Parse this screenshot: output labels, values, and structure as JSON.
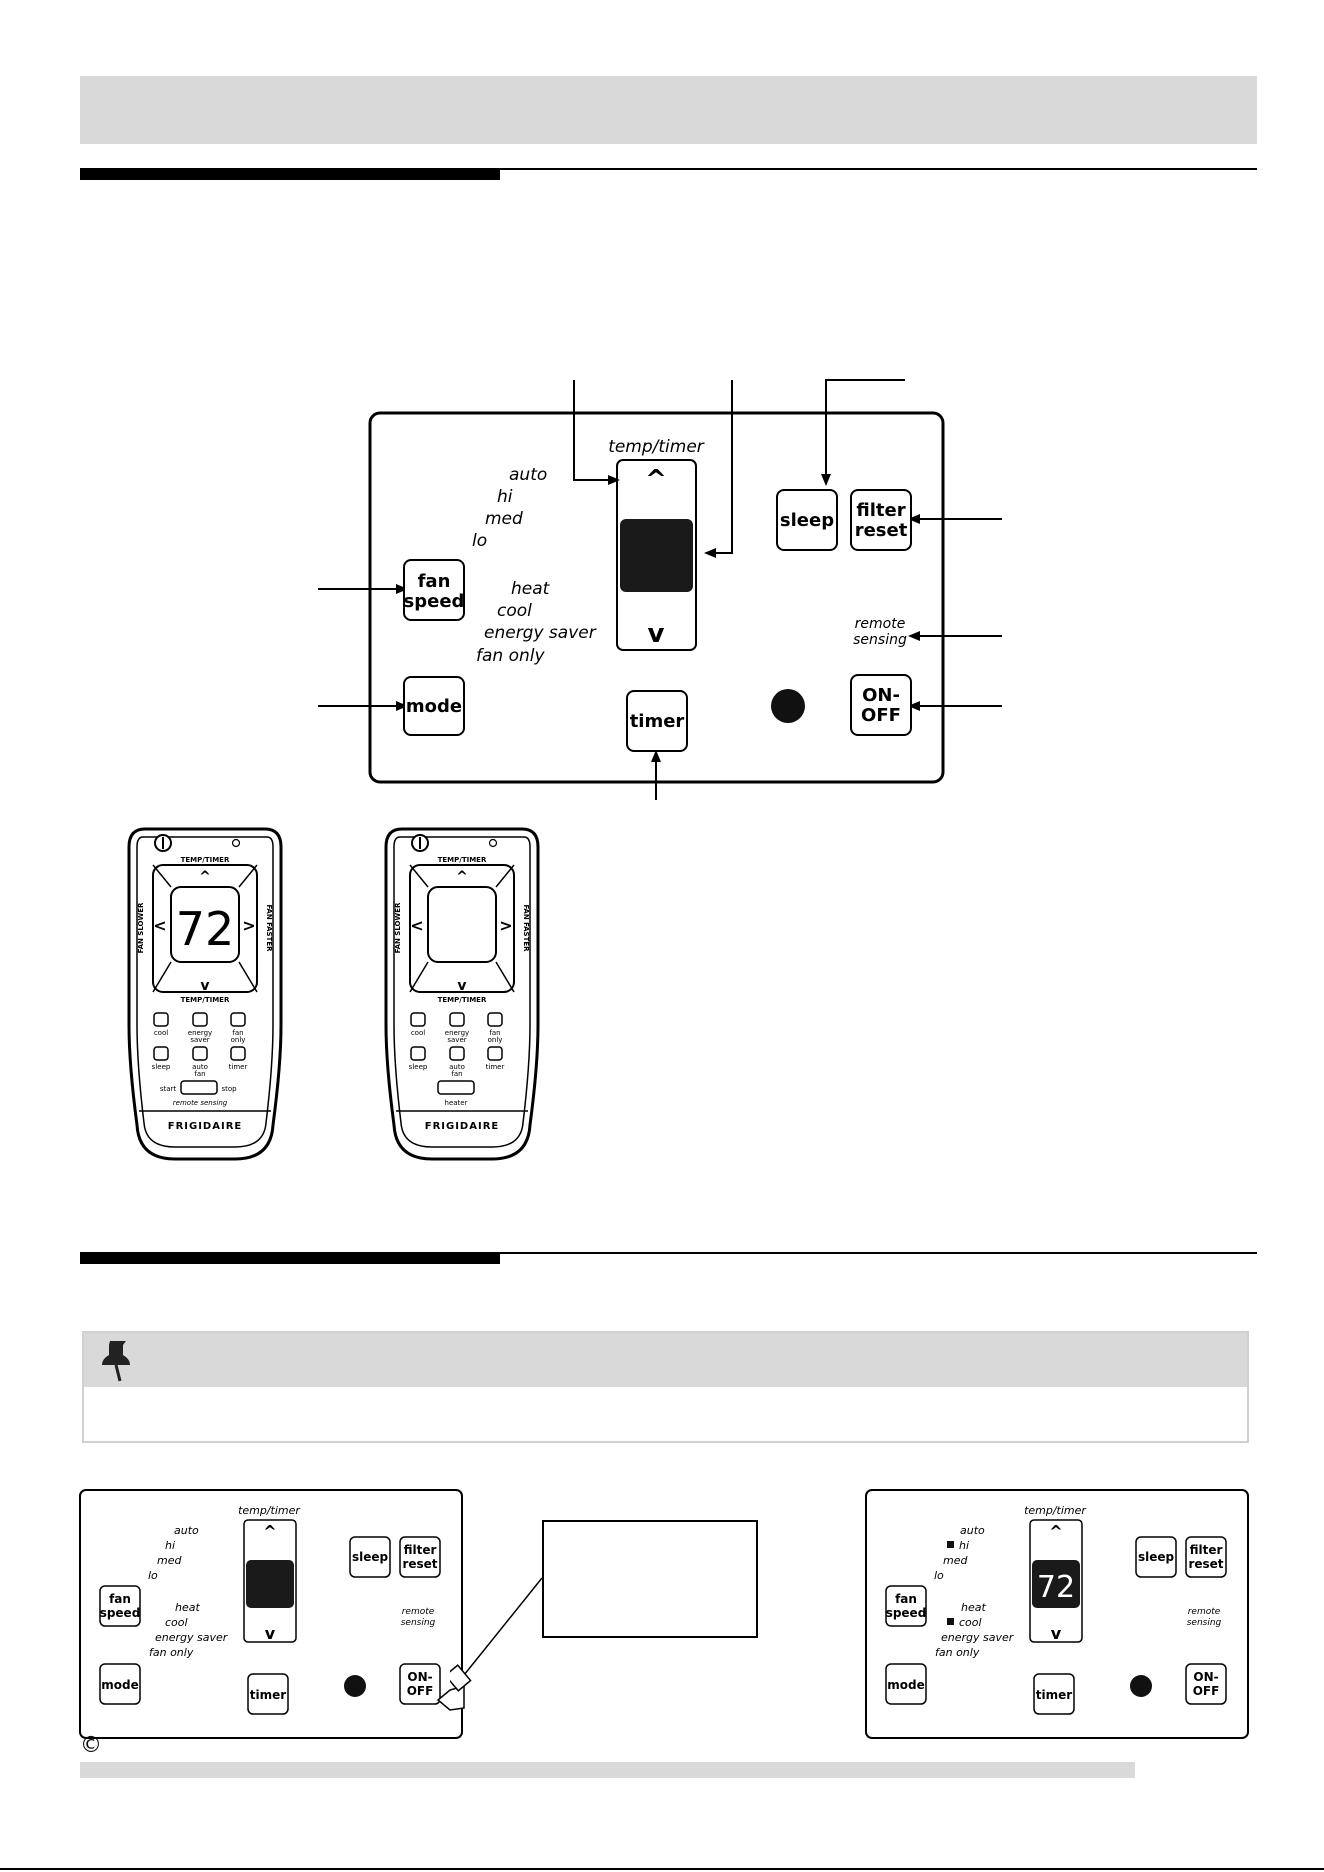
{
  "panel": {
    "temp_timer": "temp/timer",
    "fan_modes": [
      "auto",
      "hi",
      "med",
      "lo"
    ],
    "op_modes": [
      "heat",
      "cool",
      "energy saver",
      "fan only"
    ],
    "buttons": {
      "fan1": "fan",
      "fan2": "speed",
      "mode": "mode",
      "timer": "timer",
      "sleep": "sleep",
      "filter1": "filter",
      "filter2": "reset",
      "on1": "ON-",
      "on2": "OFF",
      "up": "^",
      "down": "v"
    },
    "remote1": "remote",
    "remote2": "sensing"
  },
  "remote_a": {
    "display": "72",
    "temp_timer_top": "TEMP/TIMER",
    "temp_timer_bottom": "TEMP/TIMER",
    "fan_slower": "FAN SLOWER",
    "fan_faster": "FAN FASTER",
    "row1": [
      "cool",
      "energy",
      "fan"
    ],
    "row1b": [
      "saver",
      "only"
    ],
    "row2": [
      "sleep",
      "auto",
      "timer"
    ],
    "row2b": "fan",
    "start": "start",
    "stop": "stop",
    "remote_sensing": "remote sensing",
    "brand": "FRIGIDAIRE"
  },
  "remote_b": {
    "temp_timer_top": "TEMP/TIMER",
    "temp_timer_bottom": "TEMP/TIMER",
    "fan_slower": "FAN SLOWER",
    "fan_faster": "FAN FASTER",
    "row1": [
      "cool",
      "energy",
      "fan"
    ],
    "row1b": [
      "saver",
      "only"
    ],
    "row2": [
      "sleep",
      "auto",
      "timer"
    ],
    "row2b": "fan",
    "heater": "heater",
    "brand": "FRIGIDAIRE"
  },
  "small_panel_right": {
    "display": "72"
  },
  "footer": {
    "copyright_symbol": "©"
  }
}
